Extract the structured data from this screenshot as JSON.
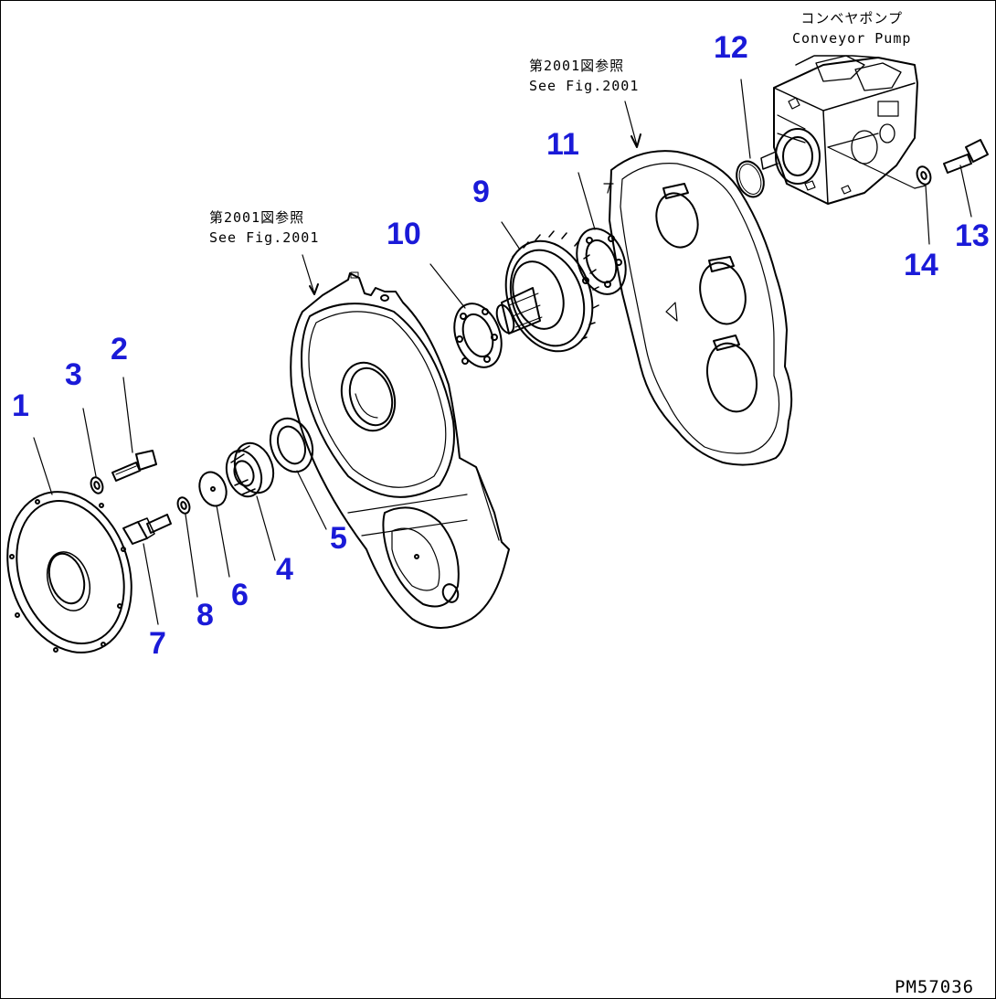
{
  "diagram": {
    "drawing_number": "PM57036",
    "accent_color": "#1a1ad8",
    "notes": {
      "cover_ref": {
        "jp": "第2001図参照",
        "en": "See Fig.2001"
      },
      "case_ref": {
        "jp": "第2001図参照",
        "en": "See Fig.2001"
      },
      "pump": {
        "jp": "コンベヤポンプ",
        "en": "Conveyor Pump"
      }
    },
    "callouts": {
      "c1": "1",
      "c2": "2",
      "c3": "3",
      "c4": "4",
      "c5": "5",
      "c6": "6",
      "c7": "7",
      "c8": "8",
      "c9": "9",
      "c10": "10",
      "c11": "11",
      "c12": "12",
      "c13": "13",
      "c14": "14"
    }
  }
}
